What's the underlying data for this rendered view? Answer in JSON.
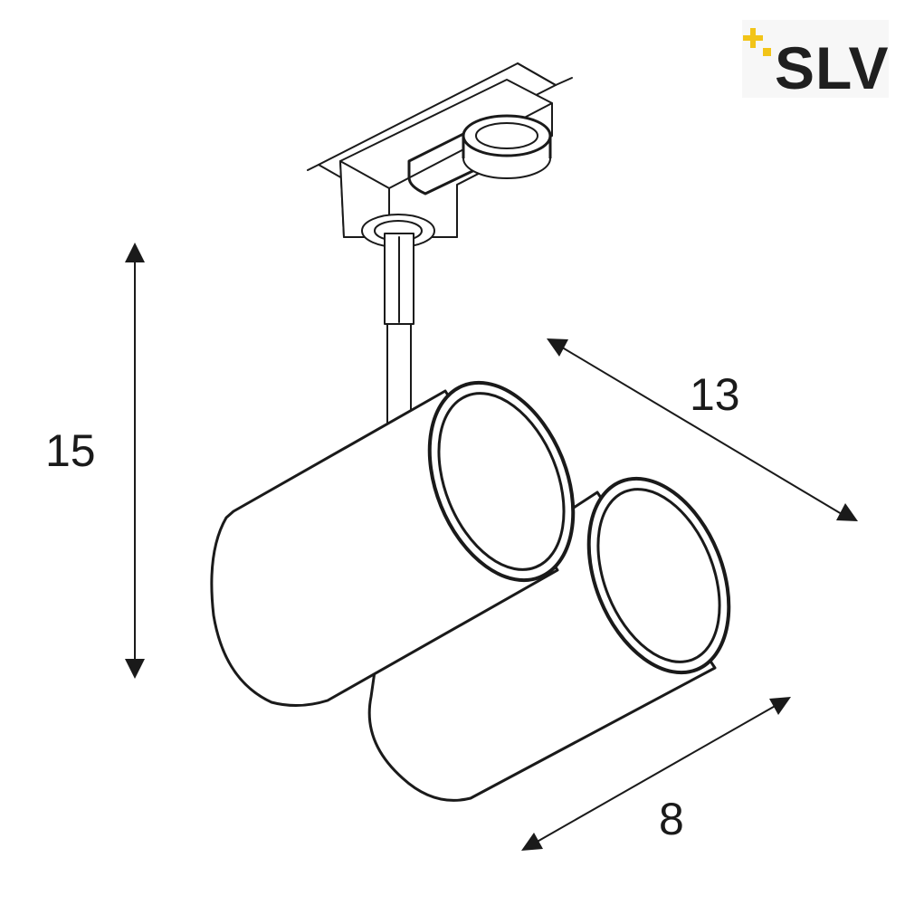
{
  "brand": {
    "name": "SLV",
    "accent_color": "#f2c418",
    "text_color": "#1f1f1f"
  },
  "dimensions": {
    "height": "15",
    "length": "13",
    "diameter": "8"
  },
  "colors": {
    "line": "#1a1a1a",
    "background": "#ffffff"
  }
}
